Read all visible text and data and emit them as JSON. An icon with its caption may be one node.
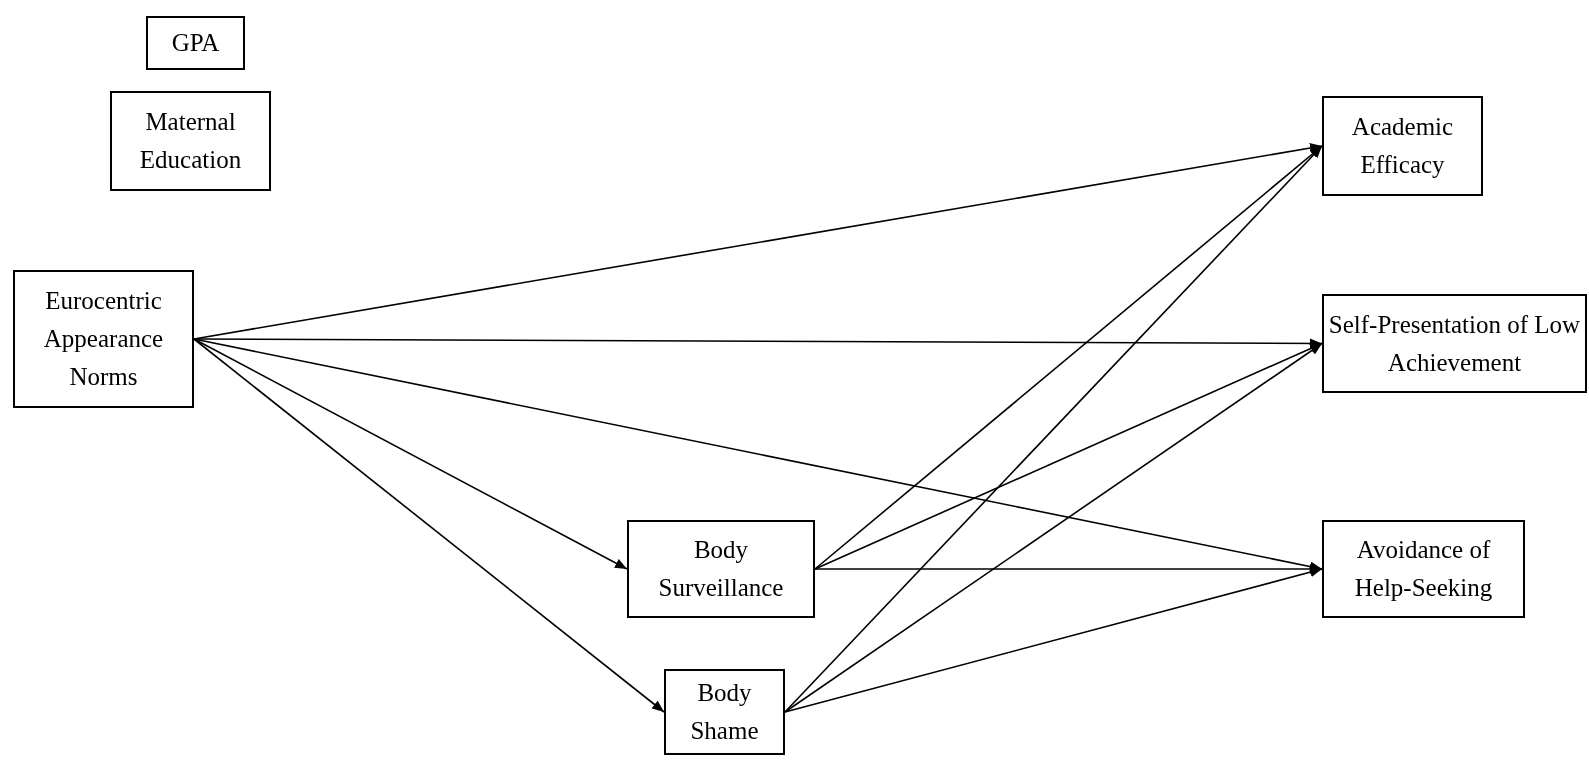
{
  "diagram": {
    "nodes": [
      {
        "text": [
          "GPA"
        ]
      },
      {
        "text": [
          "Maternal Education"
        ]
      },
      {
        "text": [
          "Eurocentric Appearance Norms"
        ]
      },
      {
        "text": [
          "Body Surveillance"
        ]
      },
      {
        "text": [
          "Body Shame"
        ]
      },
      {
        "text": [
          "Academic Efficacy"
        ]
      },
      {
        "text": [
          "Self-Presentation of Low Achievement"
        ]
      },
      {
        "text": [
          "Avoidance of Help-Seeking"
        ]
      }
    ],
    "edges": [
      {
        "from": 2,
        "to": 5,
        "arrow": "to"
      },
      {
        "from": 2,
        "to": 6,
        "arrow": "to"
      },
      {
        "from": 2,
        "to": 7,
        "arrow": "to"
      },
      {
        "from": 2,
        "to": 3,
        "arrow": "to"
      },
      {
        "from": 2,
        "to": 4,
        "arrow": "to"
      },
      {
        "from": 3,
        "to": 5,
        "arrow": "to"
      },
      {
        "from": 3,
        "to": 6,
        "arrow": "to"
      },
      {
        "from": 3,
        "to": 7,
        "arrow": "to"
      },
      {
        "from": 4,
        "to": 5,
        "arrow": "to"
      },
      {
        "from": 4,
        "to": 6,
        "arrow": "to"
      },
      {
        "from": 4,
        "to": 7,
        "arrow": "to"
      }
    ]
  }
}
